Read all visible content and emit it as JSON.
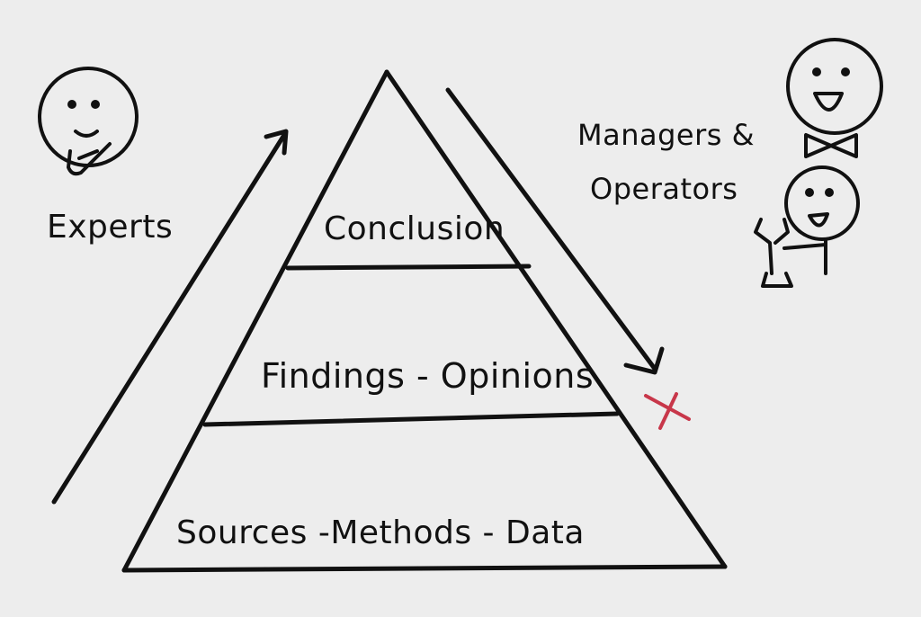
{
  "labels": {
    "experts": "Experts",
    "managers_line1": "Managers &",
    "managers_line2": "Operators",
    "tiers": {
      "top": "Conclusion",
      "middle": "Findings - Opinions",
      "bottom": "Sources -Methods - Data"
    }
  },
  "colors": {
    "ink": "#111111",
    "cross": "#c8374a",
    "paper": "#ededed"
  },
  "icons": {
    "expert": "thinking-face-icon",
    "manager": "bowtie-face-icon",
    "operator": "wrench-person-icon",
    "rejected": "cross-icon",
    "up_arrow": "arrow-up-icon",
    "down_arrow": "arrow-down-icon"
  }
}
